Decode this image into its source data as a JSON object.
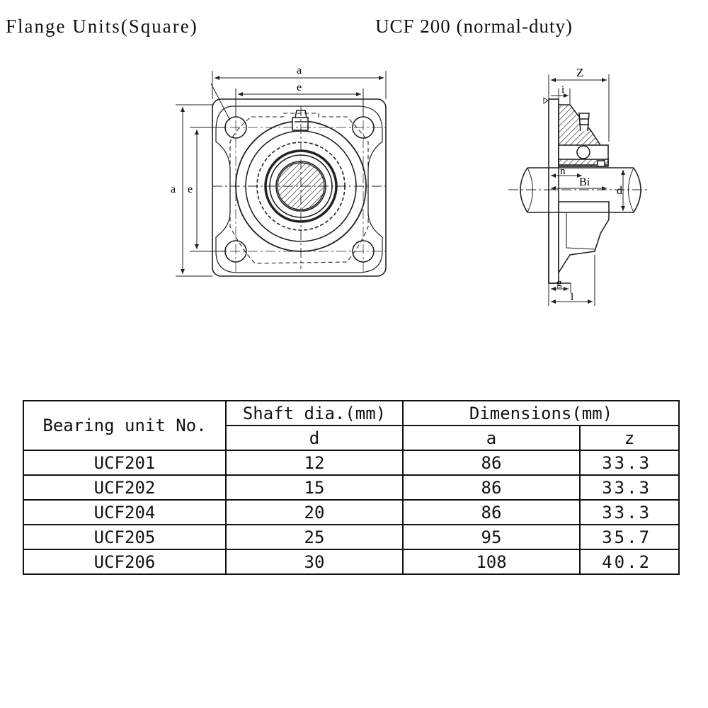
{
  "titles": {
    "left": "Flange Units(Square)",
    "right": "UCF 200 (normal-duty)"
  },
  "drawing_labels": {
    "a_top": "a",
    "e_top": "e",
    "a_side": "a",
    "e_side": "e",
    "z": "Z",
    "i": "i",
    "n": "n",
    "bi": "Bi",
    "d": "d",
    "g": "g",
    "l": "l"
  },
  "table": {
    "headers": {
      "unit": "Bearing unit No.",
      "shaft": "Shaft dia.(mm)",
      "dims": "Dimensions(mm)",
      "d": "d",
      "a": "a",
      "z": "z"
    },
    "rows": [
      {
        "unit": "UCF201",
        "d": "12",
        "a": "86",
        "z": "33.3"
      },
      {
        "unit": "UCF202",
        "d": "15",
        "a": "86",
        "z": "33.3"
      },
      {
        "unit": "UCF204",
        "d": "20",
        "a": "86",
        "z": "33.3"
      },
      {
        "unit": "UCF205",
        "d": "25",
        "a": "95",
        "z": "35.7"
      },
      {
        "unit": "UCF206",
        "d": "30",
        "a": "108",
        "z": "40.2"
      }
    ]
  }
}
